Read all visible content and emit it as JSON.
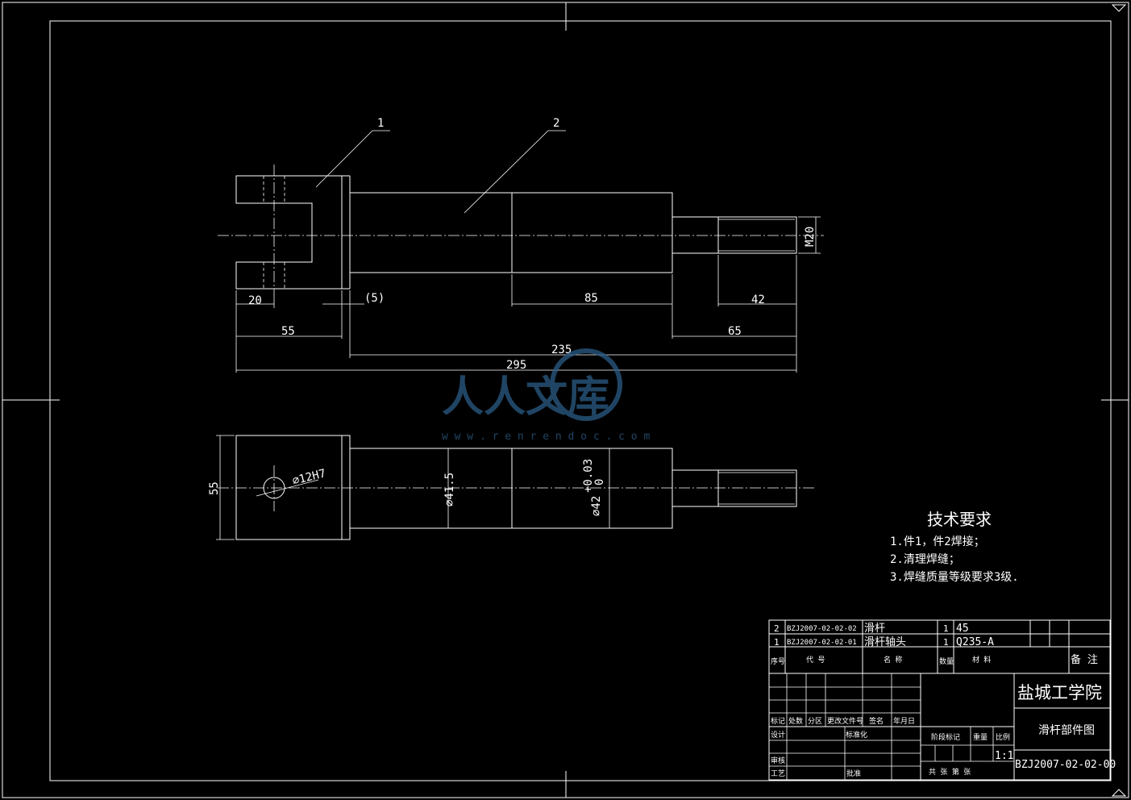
{
  "balloons": [
    "1",
    "2"
  ],
  "dimensions": {
    "d20": "20",
    "d5": "(5)",
    "d55": "55",
    "d85": "85",
    "d42": "42",
    "d65": "65",
    "d235": "235",
    "d295": "295",
    "m20": "M20",
    "d55v": "55",
    "hole": "⌀12H7",
    "dia415": "⌀41.5",
    "dia42": "⌀42",
    "tol_up": "+0.03",
    "tol_low": "0"
  },
  "watermark": {
    "text": "人人文库",
    "url": "w w w . r e n r e n d o c . c o m"
  },
  "tech": {
    "title": "技术要求",
    "items": [
      "1.件1，件2焊接；",
      "2.清理焊缝；",
      "3.焊缝质量等级要求3级."
    ]
  },
  "bom": {
    "rows": [
      {
        "no": "2",
        "code": "BZJ2007-02-02-02",
        "name": "滑杆",
        "qty": "1",
        "material": "45"
      },
      {
        "no": "1",
        "code": "BZJ2007-02-02-01",
        "name": "滑杆轴头",
        "qty": "1",
        "material": "Q235-A"
      }
    ],
    "headers": {
      "no": "序号",
      "code": "代    号",
      "name": "名    称",
      "qty": "数量",
      "material": "材    料",
      "remark": "备  注"
    }
  },
  "titleblock": {
    "school": "盐城工学院",
    "drawing_name": "滑杆部件图",
    "drawing_no": "BZJ2007-02-02-00",
    "scale": "1:1",
    "labels": {
      "mark": "标记",
      "count": "处数",
      "zone": "分区",
      "change": "更改文件号",
      "sign": "签名",
      "date": "年月日",
      "design": "设计",
      "standard": "标准化",
      "stage": "阶段标记",
      "weight": "重量",
      "ratio": "比例",
      "review": "审核",
      "process": "工艺",
      "approve": "批准",
      "sheets": "共   张 第   张"
    }
  }
}
